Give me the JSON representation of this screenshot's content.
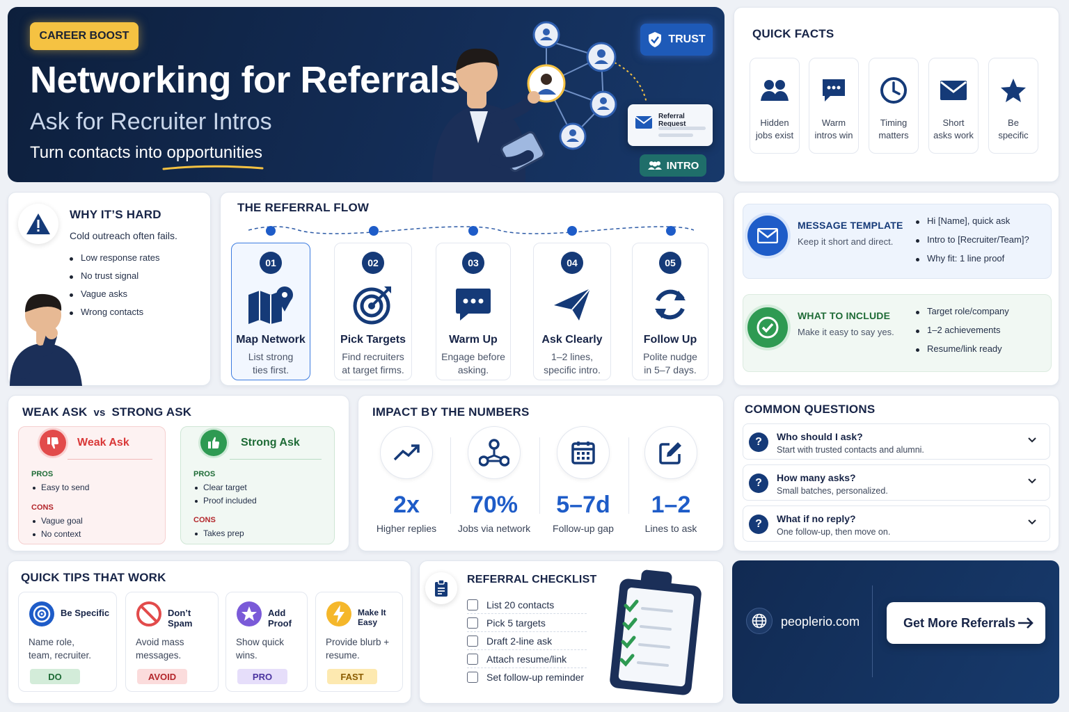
{
  "hero": {
    "pill": "CAREER BOOST",
    "title": "Networking for Referrals",
    "subtitle": "Ask for Recruiter Intros",
    "tagline": "Turn contacts into opportunities",
    "trust": "TRUST",
    "intro": "INTRO",
    "referral_request": "Referral Request"
  },
  "quick_facts": {
    "title": "QUICK FACTS",
    "items": [
      {
        "icon": "people-icon",
        "l1": "Hidden",
        "l2": "jobs exist"
      },
      {
        "icon": "chat-icon",
        "l1": "Warm",
        "l2": "intros win"
      },
      {
        "icon": "clock-icon",
        "l1": "Timing",
        "l2": "matters"
      },
      {
        "icon": "mail-icon",
        "l1": "Short",
        "l2": "asks work"
      },
      {
        "icon": "star-icon",
        "l1": "Be",
        "l2": "specific"
      }
    ]
  },
  "why_hard": {
    "title": "WHY IT’S HARD",
    "subtitle": "Cold outreach often fails.",
    "items": [
      "Low response rates",
      "No trust signal",
      "Vague asks",
      "Wrong contacts"
    ]
  },
  "flow": {
    "title": "THE REFERRAL FLOW",
    "steps": [
      {
        "num": "01",
        "title": "Map Network",
        "d1": "List strong",
        "d2": "ties first."
      },
      {
        "num": "02",
        "title": "Pick Targets",
        "d1": "Find recruiters",
        "d2": "at target firms."
      },
      {
        "num": "03",
        "title": "Warm Up",
        "d1": "Engage before",
        "d2": "asking."
      },
      {
        "num": "04",
        "title": "Ask Clearly",
        "d1": "1–2 lines,",
        "d2": "specific intro."
      },
      {
        "num": "05",
        "title": "Follow Up",
        "d1": "Polite nudge",
        "d2": "in 5–7 days."
      }
    ]
  },
  "message_template": {
    "title": "MESSAGE TEMPLATE",
    "desc": "Keep it short and direct.",
    "items": [
      "Hi [Name], quick ask",
      "Intro to [Recruiter/Team]?",
      "Why fit: 1 line proof"
    ]
  },
  "what_include": {
    "title": "WHAT TO INCLUDE",
    "desc": "Make it easy to say yes.",
    "items": [
      "Target role/company",
      "1–2 achievements",
      "Resume/link ready"
    ]
  },
  "weak_strong": {
    "title_a": "WEAK ASK",
    "vs": "vs",
    "title_b": "STRONG ASK",
    "weak": {
      "title": "Weak Ask",
      "pros_label": "PROS",
      "pros": [
        "Easy to send"
      ],
      "cons_label": "CONS",
      "cons": [
        "Vague goal",
        "No context"
      ]
    },
    "strong": {
      "title": "Strong Ask",
      "pros_label": "PROS",
      "pros": [
        "Clear target",
        "Proof included"
      ],
      "cons_label": "CONS",
      "cons": [
        "Takes prep"
      ]
    }
  },
  "impact": {
    "title": "IMPACT BY THE NUMBERS",
    "stats": [
      {
        "icon": "trend-up-icon",
        "value": "2x",
        "label": "Higher replies"
      },
      {
        "icon": "network-icon",
        "value": "70%",
        "label": "Jobs via network"
      },
      {
        "icon": "calendar-icon",
        "value": "5–7d",
        "label": "Follow-up gap"
      },
      {
        "icon": "edit-icon",
        "value": "1–2",
        "label": "Lines to ask"
      }
    ]
  },
  "questions": {
    "title": "COMMON QUESTIONS",
    "items": [
      {
        "q": "Who should I ask?",
        "a": "Start with trusted contacts and alumni."
      },
      {
        "q": "How many asks?",
        "a": "Small batches, personalized."
      },
      {
        "q": "What if no reply?",
        "a": "One follow-up, then move on."
      }
    ]
  },
  "tips": {
    "title": "QUICK TIPS THAT WORK",
    "items": [
      {
        "title": "Be Specific",
        "d1": "Name role,",
        "d2": "team, recruiter.",
        "badge": "DO",
        "color": "#d3ecd9",
        "fg": "#1e6b36"
      },
      {
        "title": "Don’t Spam",
        "d1": "Avoid mass",
        "d2": "messages.",
        "badge": "AVOID",
        "color": "#fbdcdc",
        "fg": "#b3262b"
      },
      {
        "title": "Add Proof",
        "d1": "Show quick",
        "d2": "wins.",
        "badge": "PRO",
        "color": "#e6defa",
        "fg": "#4b34a0"
      },
      {
        "title": "Make It Easy",
        "d1": "Provide blurb +",
        "d2": "resume.",
        "badge": "FAST",
        "color": "#fde9b0",
        "fg": "#8a5b00"
      }
    ]
  },
  "checklist": {
    "title": "REFERRAL CHECKLIST",
    "items": [
      "List 20 contacts",
      "Pick 5 targets",
      "Draft 2-line ask",
      "Attach resume/link",
      "Set follow-up reminder"
    ]
  },
  "cta": {
    "site": "peoplerio.com",
    "button": "Get More Referrals"
  },
  "colors": {
    "navy": "#153a78",
    "accent_blue": "#1e5cc8",
    "gold": "#f5c242",
    "green": "#2e9a52",
    "red": "#e24b4b"
  }
}
